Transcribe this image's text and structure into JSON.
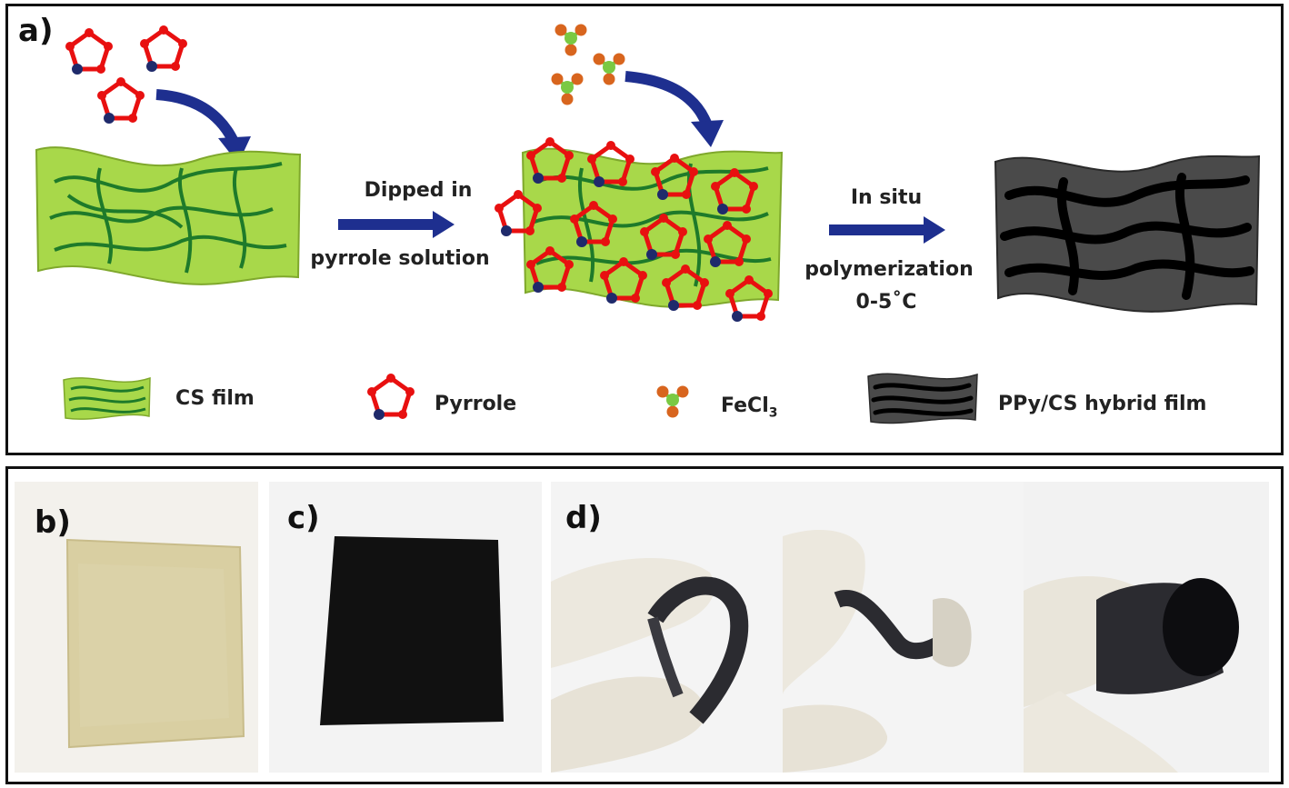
{
  "panels": {
    "a": "a)",
    "b": "b)",
    "c": "c)",
    "d": "d)"
  },
  "steps": {
    "dip_line1": "Dipped in",
    "dip_line2": "pyrrole solution",
    "poly_line1": "In situ",
    "poly_line2": "polymerization",
    "poly_line3": "0-5˚C"
  },
  "legend": {
    "cs_film": "CS film",
    "pyrrole": "Pyrrole",
    "fecl3_base": "FeCl",
    "fecl3_sub": "3",
    "hybrid": "PPy/CS hybrid film"
  },
  "colors": {
    "cs_film_fill": "#a8d84a",
    "cs_fiber": "#1e7a2a",
    "pyrrole_ring": "#e81010",
    "nitrogen": "#1f2a6b",
    "fe_center": "#7ac943",
    "cl_atom": "#d8651e",
    "arrow_blue": "#1e2f8f",
    "hybrid_fill": "#4a4a4a"
  }
}
